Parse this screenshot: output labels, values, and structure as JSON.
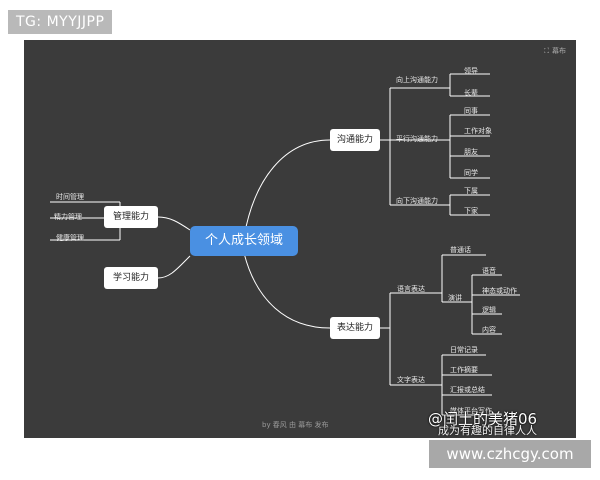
{
  "tag": "TG: MYYJJPP",
  "brand": "幕布",
  "credit": "by 春风 由 幕布 发布",
  "watermark": {
    "handle": "@闰土的美猪06",
    "sub": "成为有趣的自律人人"
  },
  "url": "www.czhcgy.com",
  "mindmap": {
    "root": "个人成长领域",
    "left": {
      "management": {
        "label": "管理能力",
        "items": [
          "时间管理",
          "精力管理",
          "健康管理"
        ]
      },
      "learning": {
        "label": "学习能力"
      }
    },
    "communication": {
      "label": "沟通能力",
      "up": {
        "label": "向上沟通能力",
        "items": [
          "领导",
          "长辈"
        ]
      },
      "parallel": {
        "label": "平行沟通能力",
        "items": [
          "同事",
          "工作对象",
          "朋友",
          "同学"
        ]
      },
      "down": {
        "label": "向下沟通能力",
        "items": [
          "下属",
          "下家"
        ]
      }
    },
    "expression": {
      "label": "表达能力",
      "language": {
        "label": "语言表达",
        "items": [
          "普通话"
        ],
        "speech": {
          "label": "演讲",
          "items": [
            "语音",
            "神态或动作",
            "逻辑",
            "内容"
          ]
        }
      },
      "writing": {
        "label": "文字表达",
        "items": [
          "日常记录",
          "工作摘要",
          "汇报或总结",
          "媒体平台写作"
        ]
      }
    }
  }
}
